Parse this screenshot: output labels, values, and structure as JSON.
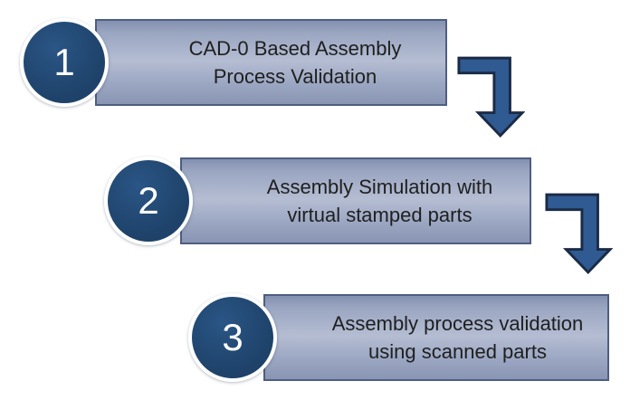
{
  "diagram": {
    "type": "process-steps",
    "background": "#ffffff",
    "steps": [
      {
        "number": "1",
        "label_line1": "CAD-0 Based Assembly",
        "label_line2": "Process Validation"
      },
      {
        "number": "2",
        "label_line1": "Assembly Simulation with",
        "label_line2": "virtual stamped parts"
      },
      {
        "number": "3",
        "label_line1": "Assembly process validation",
        "label_line2": "using scanned parts"
      }
    ],
    "connectors": [
      {
        "from": "1",
        "to": "2",
        "icon": "bent-arrow-down-icon"
      },
      {
        "from": "2",
        "to": "3",
        "icon": "bent-arrow-down-icon"
      }
    ],
    "colors": {
      "circle_fill": "#1e4269",
      "circle_fill_light": "#2a5585",
      "circle_ring": "#ffffff",
      "bar_border": "#4e5e82",
      "bar_top": "#8390af",
      "bar_mid": "#b4bdd2",
      "bar_bottom": "#8995b3",
      "arrow_fill": "#305a92",
      "arrow_outline": "#1b2b45",
      "label_text": "#1f1f1f",
      "number_text": "#ffffff"
    }
  }
}
